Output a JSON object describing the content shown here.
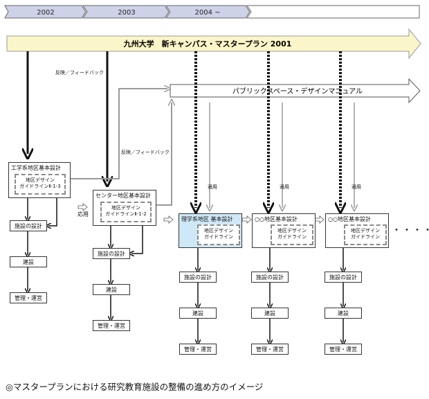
{
  "timeline": {
    "years": [
      "2002",
      "2003",
      "2004 ~"
    ]
  },
  "master_plan": {
    "label": "九州大学　新キャンパス・マスタープラン 2001"
  },
  "public_manual": {
    "label": "パブリックスペース・デザインマニュアル"
  },
  "labels": {
    "feedback_1": "反映／フィードバック",
    "feedback_2": "反映／フィードバック",
    "application": "応用",
    "apply_1": "適用",
    "apply_2": "適用",
    "apply_3": "適用"
  },
  "projects": [
    {
      "title": "工学系地区基本設計",
      "guideline_1": "地区デザイン",
      "guideline_2": "ガイドラインⅡ-1-3",
      "step_facility": "施設の設計",
      "step_build": "建設",
      "step_manage": "管理・運営"
    },
    {
      "title": "センター地区基本設計",
      "guideline_1": "地区デザイン",
      "guideline_2": "ガイドラインⅡ-1-2",
      "step_facility": "施設の設計",
      "step_build": "建設",
      "step_manage": "管理・運営"
    },
    {
      "title": "理学系地区 基本設計",
      "guideline_1": "地区デザイン",
      "guideline_2": "ガイドライン",
      "step_facility": "施設の設計",
      "step_build": "建設",
      "step_manage": "管理・運営"
    },
    {
      "title": "○○地区基本設計",
      "guideline_1": "地区デザイン",
      "guideline_2": "ガイドライン",
      "step_facility": "施設の設計",
      "step_build": "建設",
      "step_manage": "管理・運営"
    },
    {
      "title": "○○地区基本設計",
      "guideline_1": "地区デザイン",
      "guideline_2": "ガイドライン",
      "step_facility": "施設の設計",
      "step_build": "建設",
      "step_manage": "管理・運営"
    }
  ],
  "more_indicator": "・・・・",
  "caption": "◎マスタープランにおける研究教育施設の整備の進め方のイメージ",
  "colors": {
    "master_plan_fill": "#fbf6c9",
    "highlight_fill": "#cfe8f7",
    "year_fill": "#cdd2e8",
    "gray_arrow": "#9a9a9a"
  }
}
